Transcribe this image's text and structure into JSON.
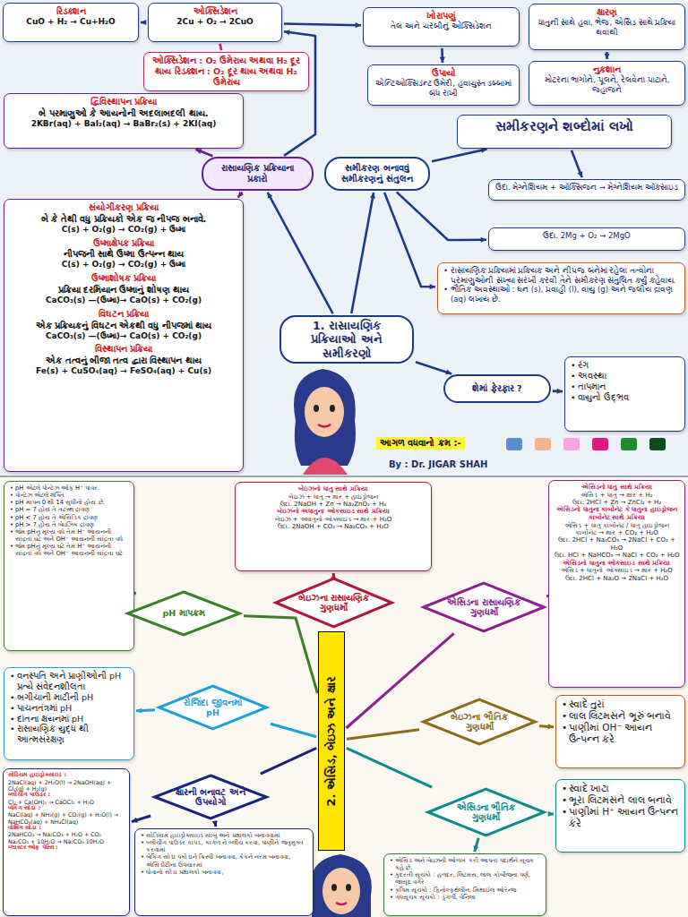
{
  "diagram": {
    "nodes": [
      {
        "text": [
          "રિડક્શન",
          "CuO + H₂ → Cu+H₂O"
        ]
      },
      {
        "text": [
          "ઓક્સિડેશન",
          "2Cu + O₂ → 2CuO"
        ]
      },
      {
        "text": [
          "ખોરાપણું",
          "તેલ અને ચરબીનું ઓક્સિડેશન"
        ]
      },
      {
        "text": [
          "ક્ષારણ",
          "ધાતુની સાથે હવા, ભેજ, એસિડ સાથે પ્રક્રિયા થવાથી"
        ]
      },
      {
        "text": [
          "ઓક્સિડેશન : O₂ ઉમેરાય અથવા H₂ દૂર થાય રિડક્શન : O₂ દૂર થાય અથવા H₂ ઉમેરાય"
        ]
      },
      {
        "text": [
          "ઉપાયો",
          "એન્ટિઓક્સિડન્ટ ઉમેરી, હવાચુસ્ત ડબ્બામાં બંધ રાખી"
        ]
      },
      {
        "text": [
          "નુકશાન",
          "મોટરના ભાગોને, પૂલને, રેલવેના પાટાને, જહાજને"
        ]
      },
      {
        "text": [
          "દ્વિવિસ્થાપન પ્રક્રિયા",
          "બે પરમાણુઓ કે આયનોની અદલાબદલી થાય.",
          "2KBr(aq) + BaI₂(aq) → BaBr₂(s) + 2KI(aq)"
        ]
      },
      {
        "text": [
          "સમીકરણને શબ્દોમાં લખો"
        ]
      },
      {
        "text": [
          "રાસાયણિક પ્રક્રિયાના પ્રકારો"
        ]
      },
      {
        "text": [
          "સમીકરણ બનાવવું સમીકરણનું સંતુલન"
        ]
      },
      {
        "text": [
          "ઉદા. મેગ્નેશિયમ + ઑક્સિજન → મેગ્નેશિયમ ઑક્સાઇડ"
        ]
      },
      {
        "text": [
          "સંયોગીકરણ પ્રક્રિયા",
          "બે કે તેથી વધુ પ્રક્રિયકો એક જ નીપજ બનાવે.",
          "C(s) + O₂(g) → CO₂(g) + ઉષ્મા",
          "ઉષ્માક્ષેપક પ્રક્રિયા",
          "નીપજની સાથે ઉષ્મા ઉત્પન્ન થાય",
          "C(s) + O₂(g) → CO₂(g) + ઉષ્મા",
          "ઉષ્માશોષક પ્રક્રિયા",
          "પ્રક્રિયા દરમિયાન ઉષ્માનું શોષણ થાય",
          "CaCO₃(s) —(ઉષ્મા)→ CaO(s) + CO₂(g)",
          "વિઘટન પ્રક્રિયા",
          "એક પ્રક્રિયકનું વિઘટન એકથી વધુ નીપજમાં થાય",
          "CaCO₃(s) —(ઉષ્મા)→ CaO(s) + CO₂(g)",
          "વિસ્થાપન પ્રક્રિયા",
          "એક તત્વનું બીજા તત્વ દ્વારા વિસ્થાપન થાય",
          "Fe(s) + CuSO₄(aq) → FeSO₄(aq) + Cu(s)"
        ]
      },
      {
        "text": [
          "ઉદા. 2Mg + O₂ → 2MgO"
        ]
      },
      {
        "text": [
          "રાસાયણિક પ્રક્રિયામાં પ્રક્રિયક અને નીપજ બંનેમાં રહેલા તત્વોના પરમાણુઓની સંખ્યા સરખી કરવી તેને સમીકરણ સંતુલિત કર્યું કહેવાય.",
          "ભૌતિક અવસ્થાઓ : ઘન (s), પ્રવાહી (l), વાયુ (g) અને જલીય દ્રાવણ (aq) લખાય છે."
        ]
      },
      {
        "text": [
          "1. રાસાયણિક પ્રક્રિયાઓ અને સમીકરણો"
        ]
      },
      {
        "text": [
          "શેમાં ફેરફાર ?"
        ]
      },
      {
        "text": [
          "રંગ",
          "અવસ્થા",
          "તાપમાન",
          "વાયુનો ઉદ્ભવ"
        ]
      },
      {
        "text": [
          "pH એટલે પોન્ટેઝ ઓફ H⁺ પાવર",
          "પોન્ટેઝ એટલે શક્તિ",
          "pH માપન 0 થી 14 સુધીનો હોય છે.",
          "pH = 7 હોય તે તટસ્થ દ્રાવણ",
          "pH < 7 હોય તે એસિડિક દ્રાવણ",
          "pH > 7 હોય તે બેઇઝિક દ્રાવણ",
          "જેમ pHનું મૂલ્ય વધે તેમ H⁺ આયનની સાંદ્રતા ઘટે અને OH⁻ આયનની સાંદ્રતા વધે",
          "જેમ pHનું મૂલ્ય ઘટે તેમ H⁺ આયનની સાંદ્રતા વધે અને OH⁻ આયનની સાંદ્રતા ઘટે"
        ]
      },
      {
        "text": [
          "બેઇઝનો ધાતુ સાથે પ્રક્રિયા",
          "બેઇઝ + ધાતુ → ક્ષાર + હાઇડ્રોજન",
          "ઉદા. 2NaOH + Zn → Na₂ZnO₂ + H₂",
          "બેઇઝનો અધાતુના ઓક્સાઇડ સાથે પ્રક્રિયા",
          "બેઇઝ + અધાતુનો ઓક્સાઇડ → ક્ષાર + H₂O",
          "ઉદા. 2NaOH + CO₂ → Na₂CO₃ + H₂O"
        ]
      },
      {
        "text": [
          "એસિડનો ધાતુ સાથે પ્રક્રિયા",
          "એસિડ + ધાતુ → ક્ષાર + H₂",
          "ઉદા. 2HCl + Zn → ZnCl₂ + H₂",
          "એસિડનો ધાતુના કાર્બોનેટ કે ધાતુના હાઇડ્રોજન કાર્બોનેટ સાથે પ્રક્રિયા",
          "એસિડ + ધાતુ કાર્બોનેટ / ધાતુ હાઇડ્રોજન કાર્બોનેટ → ક્ષાર + CO₂ + H₂O",
          "ઉદા. 2HCl + Na₂CO₃ → 2NaCl + CO₂ + H₂O",
          "ઉદા. HCl + NaHCO₃ → NaCl + CO₂ + H₂O",
          "એસિડનો ધાતુના ઓક્સાઇડ સાથે પ્રક્રિયા",
          "એસિડ + ધાતુનો ઓક્સાઇડ → ક્ષાર + H₂O",
          "ઉદા. 2HCl + Na₂O → 2NaCl + H₂O"
        ]
      },
      {
        "text": [
          "pH માપક્રમ"
        ]
      },
      {
        "text": [
          "બેઇઝના રાસાયણિક ગુણધર્મો"
        ]
      },
      {
        "text": [
          "એસિડના રાસાયણિક ગુણધર્મો"
        ]
      },
      {
        "text": [
          "વનસ્પતિ અને પ્રાણીઓની pH પ્રત્યે સંવેદનશીલતા",
          "બગીચાની માટીની pH",
          "પાચનતંત્રમાં pH",
          "દાંતના ક્ષયનમાં pH",
          "રાસાયણિક યુદ્ધ થી આત્મસંરક્ષણ"
        ]
      },
      {
        "text": [
          "રોજિંદા જીવનમાં pH"
        ]
      },
      {
        "text": [
          "બેઇઝના ભૌતિક ગુણધર્મો"
        ]
      },
      {
        "text": [
          "સ્વાદે તુરાં",
          "લાલ લિટમસને ભૂરું બનાવે",
          "પાણીમાં OH⁻ આયન ઉત્પન્ન કરે"
        ]
      },
      {
        "text": [
          "2. એસિડ, બેઇઝ અને ક્ષાર"
        ]
      },
      {
        "text": [
          "સોડિયમ હાઇડ્રોક્સાઇડ :",
          "2NaCl(aq) + 2H₂O(l) → 2NaOH(aq) + Cl₂(g) + H₂(g)",
          "બ્લીચીંગ પાઉડર :",
          "Cl₂ + Ca(OH)₂ → CaOCl₂ + H₂O",
          "બેકિંગ સોડા :",
          "NaCl(aq) + NH₃(g) + CO₂(g) + H₂O(l) → NaHCO₃(aq) + NH₄Cl(aq)",
          "વોશિંગ સોડા :",
          "2NaHCO₃ → Na₂CO₃ + H₂O + CO₂",
          "Na₂CO₃ + 10H₂O → Na₂CO₃·10H₂O",
          "પ્લાસ્ટર ઓફ પેરિસ :"
        ]
      },
      {
        "text": [
          "ક્ષારની બનાવટ અને ઉપયોગો"
        ]
      },
      {
        "text": [
          "એસિડના ભૌતિક ગુણધર્મો"
        ]
      },
      {
        "text": [
          "સ્વાદે ખાટા",
          "ભૂરા લિટમસને લાલ બનાવે",
          "પાણીમાં H⁺ આયન ઉત્પન્ન કરે"
        ]
      },
      {
        "text": [
          "સોડિયમ હાઇડ્રોક્સાઇડ સાબુ અને પ્રક્ષાલકો બનાવવામાં",
          "બ્લીચીંગ પાઉડર કાપડ, કાગળ ને બ્લીચ કરવા, પાણીને જંતુમુક્ત કરવામાં",
          "બેકિંગ સોડા પકોડાને ક્રિસ્પી બનાવવા, કેકને નરમ બનાવવા, એસિડીટીના ઉપચારમાં",
          "ધોવાનો સોડા પ્રક્ષાલકો બનાવવા,"
        ]
      },
      {
        "text": [
          "એસિડ અને બેઇઝની ઓળખ કરી આપતા પદાર્થને સૂચક કહે છે.",
          "કુદરતી સૂચકો : હળદર, લિટમસ, લાલ કોબીજના પર્ણ, જાસૂદ વગેરે",
          "કૃત્રિમ સૂચકો : ફિનોલ્ફથેલીન, મિથાઈલ ઓરેન્જ",
          "ગંધસૂચક સૂચકો : ડુંગળી, વેનિલા"
        ]
      }
    ],
    "edges": [
      {
        "from": 15,
        "to": 9,
        "arrow": "to"
      },
      {
        "from": 15,
        "to": 10,
        "arrow": "to"
      },
      {
        "from": 15,
        "to": 16,
        "arrow": "to"
      },
      {
        "from": 9,
        "to": 7,
        "arrow": "to"
      },
      {
        "from": 9,
        "to": 12,
        "arrow": "to"
      },
      {
        "from": 9,
        "to": 1,
        "arrow": "to"
      },
      {
        "from": 1,
        "to": 0,
        "arrow": "to"
      },
      {
        "from": 1,
        "to": 2,
        "arrow": "to"
      },
      {
        "from": 1,
        "to": 4,
        "arrow": "none"
      },
      {
        "from": 2,
        "to": 5,
        "arrow": "to"
      },
      {
        "from": 3,
        "to": 6,
        "arrow": "to"
      },
      {
        "from": 10,
        "to": 8,
        "arrow": "to"
      },
      {
        "from": 8,
        "to": 11,
        "arrow": "to"
      },
      {
        "from": 10,
        "to": 13,
        "arrow": "to"
      },
      {
        "from": 10,
        "to": 14,
        "arrow": "to"
      },
      {
        "from": 16,
        "to": 17,
        "arrow": "to"
      },
      {
        "from": 28,
        "to": 21,
        "arrow": "none"
      },
      {
        "from": 28,
        "to": 22,
        "arrow": "none"
      },
      {
        "from": 28,
        "to": 23,
        "arrow": "none"
      },
      {
        "from": 28,
        "to": 25,
        "arrow": "none"
      },
      {
        "from": 28,
        "to": 26,
        "arrow": "none"
      },
      {
        "from": 28,
        "to": 30,
        "arrow": "none"
      },
      {
        "from": 28,
        "to": 31,
        "arrow": "none"
      },
      {
        "from": 21,
        "to": 18,
        "arrow": "to"
      },
      {
        "from": 22,
        "to": 19,
        "arrow": "to"
      },
      {
        "from": 23,
        "to": 20,
        "arrow": "to"
      },
      {
        "from": 25,
        "to": 24,
        "arrow": "to"
      },
      {
        "from": 26,
        "to": 27,
        "arrow": "to"
      },
      {
        "from": 30,
        "to": 29,
        "arrow": "to"
      },
      {
        "from": 30,
        "to": 33,
        "arrow": "to"
      },
      {
        "from": 31,
        "to": 32,
        "arrow": "to"
      },
      {
        "from": 31,
        "to": 34,
        "arrow": "to"
      }
    ],
    "labels": [
      "આગળ વધવાનો ક્રમ :-",
      "By : Dr. JIGAR SHAH"
    ]
  }
}
